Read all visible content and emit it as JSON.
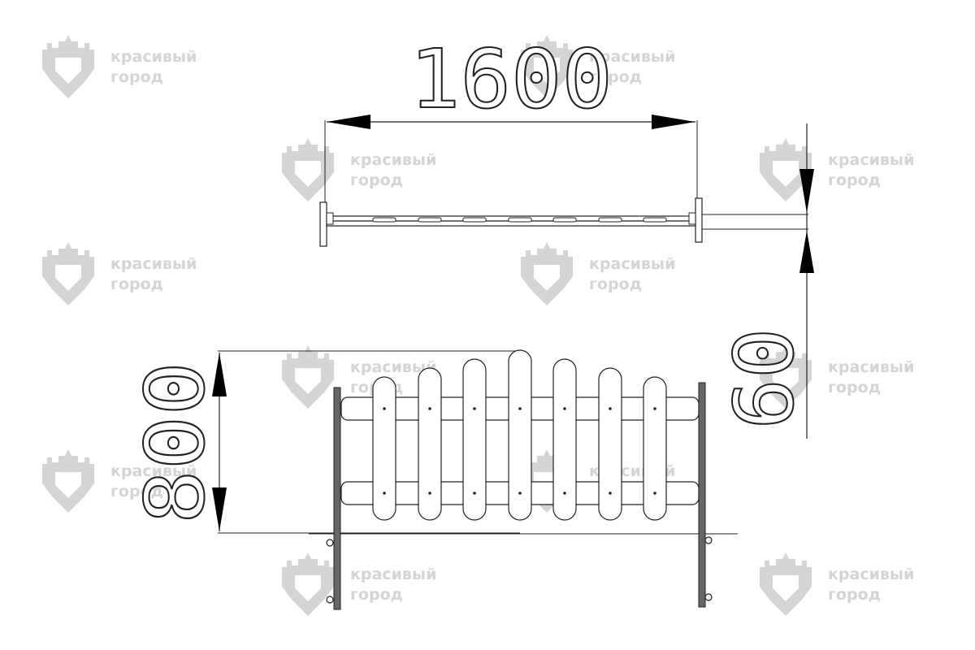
{
  "watermark": {
    "line1": "красивый",
    "line2": "город"
  },
  "dimensions": {
    "width": "1600",
    "depth": "60",
    "height": "800"
  },
  "fence": {
    "picket_count": 7,
    "rail_count": 2,
    "post_count": 2
  }
}
